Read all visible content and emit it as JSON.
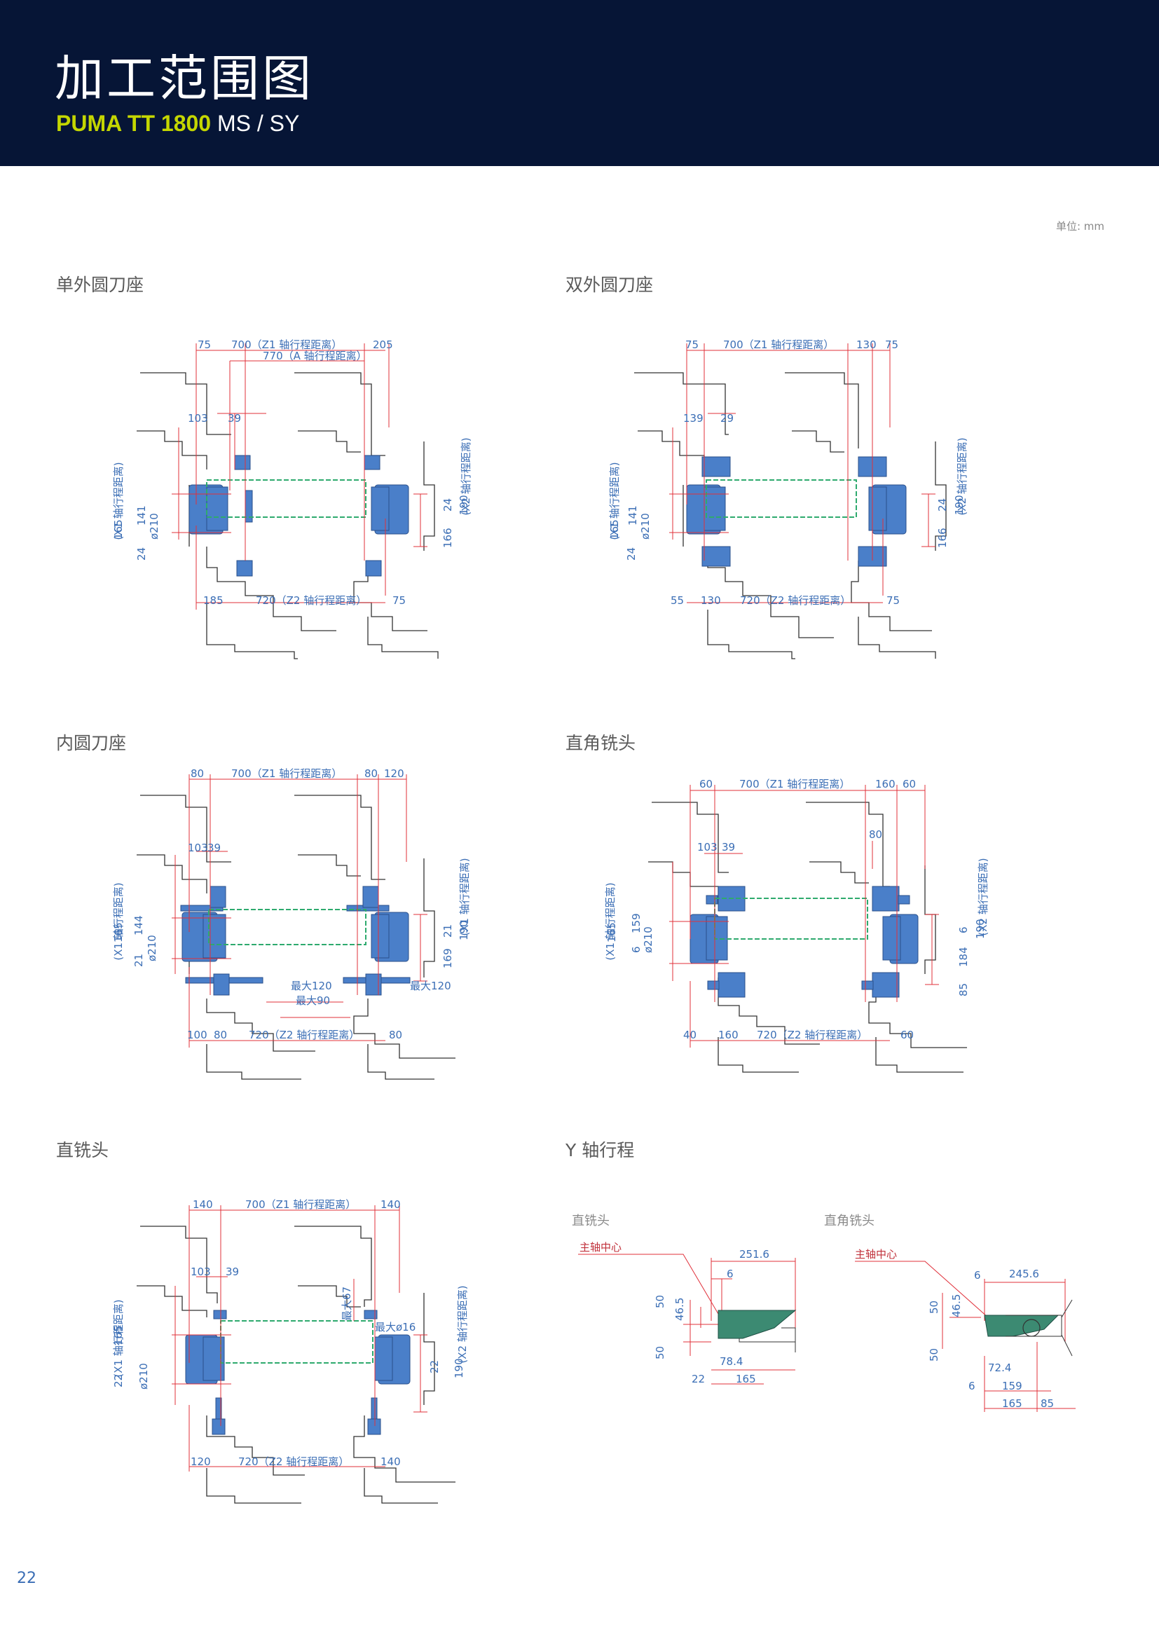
{
  "header": {
    "title": "加工范围图",
    "model_bold": "PUMA TT 1800",
    "model_rest": " MS / SY",
    "bg_color": "#061536",
    "accent_color": "#c4d600"
  },
  "unit_label": "单位: mm",
  "page_number": "22",
  "dim_color": "#e0303a",
  "part_color": "#4a7fc9",
  "path_color": "#2eaa6e",
  "sections": {
    "single_od": {
      "title": "单外圆刀座",
      "top": [
        "75",
        "700（Z1 轴行程距离）",
        "205"
      ],
      "top2": "770（A 轴行程距离）",
      "small": [
        "103",
        "39"
      ],
      "bottom": [
        "185",
        "720（Z2 轴行程距离）",
        "75"
      ],
      "left_v": "(X1 轴行程距离)",
      "right_v": "(X2 轴行程距离)",
      "left_dims": [
        "165",
        "141",
        "ø210",
        "24"
      ],
      "right_dims": [
        "24",
        "190",
        "166"
      ]
    },
    "double_od": {
      "title": "双外圆刀座",
      "top": [
        "75",
        "700（Z1 轴行程距离）",
        "130",
        "75"
      ],
      "small": [
        "139",
        "29"
      ],
      "bottom": [
        "55",
        "130",
        "720（Z2 轴行程距离）",
        "75"
      ],
      "left_v": "(X1 轴行程距离)",
      "right_v": "(X2 轴行程距离)",
      "left_dims": [
        "165",
        "141",
        "ø210",
        "24"
      ],
      "right_dims": [
        "24",
        "190",
        "166"
      ]
    },
    "id_holder": {
      "title": "内圆刀座",
      "top": [
        "80",
        "700（Z1 轴行程距离）",
        "80",
        "120"
      ],
      "small": [
        "103",
        "39"
      ],
      "bottom": [
        "100",
        "80",
        "720（Z2 轴行程距离）",
        "80"
      ],
      "max1": "最大120",
      "max2": "最大90",
      "max3": "最大120",
      "left_v": "(X1 轴行程距离)",
      "right_v": "(X1 轴行程距离)",
      "left_dims": [
        "165",
        "144",
        "ø210",
        "21"
      ],
      "right_dims": [
        "21",
        "190",
        "169"
      ]
    },
    "angle_mill": {
      "title": "直角铣头",
      "top": [
        "60",
        "700（Z1 轴行程距离）",
        "160",
        "60"
      ],
      "small": [
        "103",
        "39"
      ],
      "small_r": "80",
      "bottom": [
        "40",
        "160",
        "720（Z2 轴行程距离）",
        "60"
      ],
      "left_v": "(X1 轴行程距离)",
      "right_v": "(X2 轴行程距离)",
      "left_dims": [
        "165",
        "159",
        "ø210",
        "6"
      ],
      "right_dims": [
        "6",
        "190",
        "184",
        "85"
      ]
    },
    "straight_mill": {
      "title": "直铣头",
      "top": [
        "140",
        "700（Z1 轴行程距离）",
        "140"
      ],
      "small": [
        "103",
        "39"
      ],
      "max_v": "最大67",
      "max_d": "最大ø16",
      "bottom": [
        "120",
        "720（Z2 轴行程距离）",
        "140"
      ],
      "left_v": "(X1 轴行程距离)",
      "right_v": "(X2 轴行程距离)",
      "left_dims": [
        "165",
        "ø210",
        "22"
      ],
      "right_dims": [
        "22",
        "190"
      ]
    },
    "y_axis": {
      "title": "Y 轴行程",
      "left": {
        "title": "直铣头",
        "center": "主轴中心",
        "dims": [
          "251.6",
          "6",
          "50",
          "46.5",
          "50",
          "78.4",
          "22",
          "165"
        ]
      },
      "right": {
        "title": "直角铣头",
        "center": "主轴中心",
        "dims": [
          "245.6",
          "6",
          "50",
          "46.5",
          "50",
          "72.4",
          "6",
          "159",
          "165",
          "85"
        ]
      }
    }
  }
}
